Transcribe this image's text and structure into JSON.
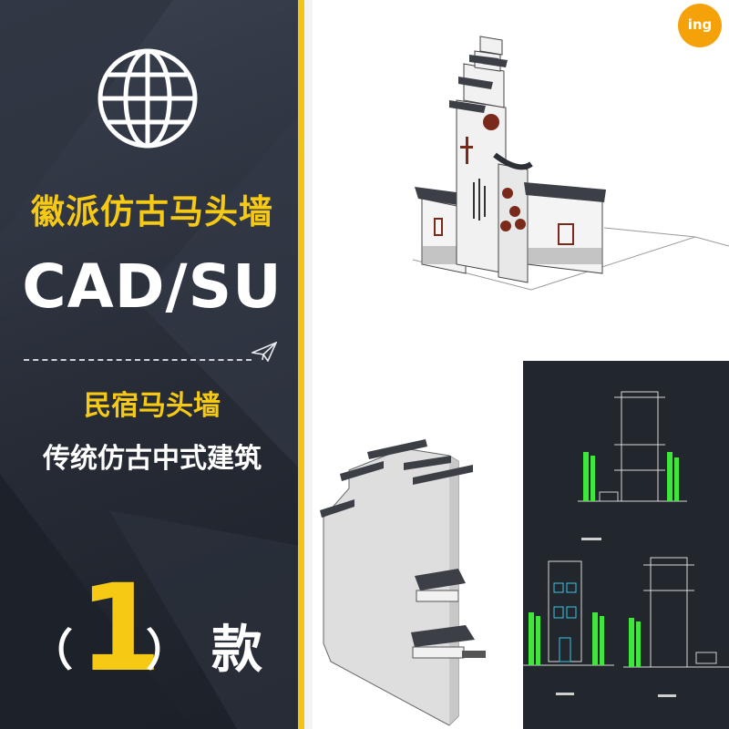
{
  "badge": {
    "text": "ing"
  },
  "banner": {
    "title_line1": "徽派仿古马头墙",
    "title_line2": "CAD/SU",
    "sub_line1": "民宿马头墙",
    "sub_line2": "传统仿古中式建筑",
    "paren_open": "（",
    "count": "1",
    "paren_close": "）",
    "unit": "款"
  },
  "icons": {
    "globe": "globe-icon",
    "plane": "paper-plane-icon"
  },
  "colors": {
    "accent_yellow": "#f6c915",
    "banner_dark": "#262b35",
    "badge_orange": "#f5a20a",
    "cad_bg": "#22262d",
    "cad_green": "#3ee83a"
  }
}
